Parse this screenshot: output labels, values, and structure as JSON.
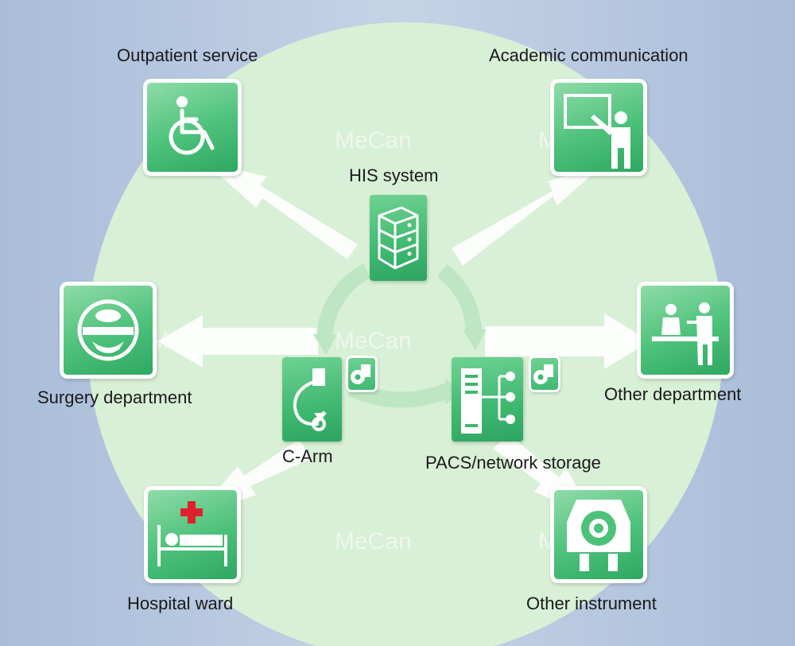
{
  "watermark": "MeCan",
  "center": {
    "his": "HIS system",
    "carm": "C-Arm",
    "pacs": "PACS/network storage"
  },
  "nodes": {
    "outpatient": "Outpatient service",
    "academic": "Academic communication",
    "surgery": "Surgery department",
    "other_department": "Other department",
    "hospital_ward": "Hospital ward",
    "other_instrument": "Other instrument"
  },
  "colors": {
    "circle": "#d8f0d6",
    "arrow": "#ffffff",
    "tile": "#4cc17a",
    "cross": "#e0202a"
  }
}
